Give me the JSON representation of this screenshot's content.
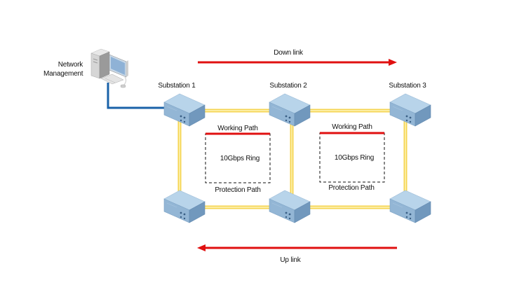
{
  "network_management": {
    "line1": "Network",
    "line2": "Management"
  },
  "substations": [
    {
      "label": "Substation  1"
    },
    {
      "label": "Substation  2"
    },
    {
      "label": "Substation  3"
    }
  ],
  "rings": [
    {
      "title": "10Gbps  Ring",
      "working_path": "Working  Path",
      "protection_path": "Protection  Path"
    },
    {
      "title": "10Gbps  Ring",
      "working_path": "Working  Path",
      "protection_path": "Protection  Path"
    }
  ],
  "links": {
    "down": {
      "label": "Down link",
      "direction": "right"
    },
    "up": {
      "label": "Up link",
      "direction": "left"
    }
  },
  "colors": {
    "fiber": "#f5d451",
    "fiber_core": "#fff6c0",
    "arrow": "#e01010",
    "management_link": "#1a62a8",
    "switch_top": "#b6d3ea",
    "switch_front": "#8fb3d3",
    "switch_side": "#6f95ba"
  }
}
